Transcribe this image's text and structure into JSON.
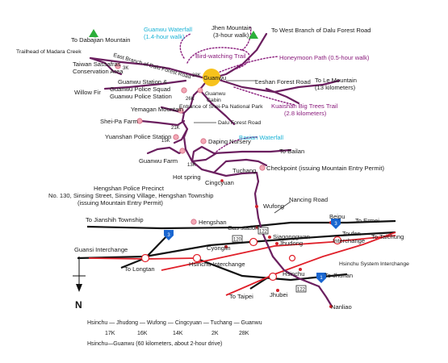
{
  "colors": {
    "route": "#6b1f5f",
    "trail": "#8a1c7c",
    "water": "#1ab3d6",
    "rail": "#e0202a",
    "highway": "#111111",
    "poi": "#f2a8b5",
    "guanwu": "#f7c21c"
  },
  "labels": {
    "dabajian": "To Dabajian Mountain",
    "guanwu_waterfall": "Guanwu Waterfall",
    "guanwu_waterfall_time": "(1.4-hour walk)",
    "jhen_mountain": "Jhen Mountain",
    "jhen_mountain_time": "(3-hour walk)",
    "west_branch": "To West Branch of Dalu Forest Road",
    "madara": "Trailhead of Madara Creek",
    "east_branch": "East Branch of Dalu Forest Road",
    "bird_trail": "Bird-watching Trail",
    "honeymoon": "Honeymoon Path (0.5-hour walk)",
    "k28": "28K",
    "guanwu": "Guanwu",
    "k3": "3K",
    "sassafras1": "Taiwan Sassafras",
    "sassafras2": "Conservation Area",
    "leshan": "Leshan Forest Road",
    "le_mountain1": "To Le Mountain",
    "le_mountain2": "(13 kilometers)",
    "station1": "Guanwu Station &",
    "station2": "Guanwu Police Squad",
    "station3": "Guanwu Police Station",
    "willow": "Willow Fir",
    "k26": "26K",
    "cabin1": "Guanwu",
    "cabin2": "Cabin",
    "entrance": "Entrance of Shei-Pa National Park",
    "kuaishan1": "Kuaishan Big Trees Trail",
    "kuaishan2": "(2.8 kilometers)",
    "yemagan": "Yemagan Mountain",
    "sheipa": "Shei-Pa Farm",
    "dalu": "Dalu Forest Road",
    "k21": "21K",
    "yuanshan": "Yuanshan Police Station",
    "basian": "Basian Waterfall",
    "k15": "15K",
    "daping": "Daping Nursery",
    "bailan": "To  Bailan",
    "guanwu_farm": "Guanwu Farm",
    "k13": "13K",
    "checkpoint": "Checkpoint (issuing Mountain Entry Permit)",
    "tuchang": "Tuchang",
    "hotspring": "Hot spring",
    "cingcyuan": "Cingcyuan",
    "hengshan_precinct": "Hengshan Police Precinct",
    "hengshan_addr": "No. 130, Sinsing Street, Sinsing Village, Hengshan Township",
    "hengshan_permit": "(issuing Mountain Entry Permit)",
    "wufong": "Wufong",
    "nancing": "Nancing Road",
    "jianshih": "To Jianshih Township",
    "hengshan": "Hengshan",
    "gas": "Gas station",
    "beipu": "Beipu",
    "ermei": "To Ermei",
    "toufen1": "Toufen",
    "toufen2": "Interchange",
    "taichung": "To Taichung",
    "siagongwan": "Siagonggwan",
    "cyonglin": "Cyonglin",
    "jhudong": "Jhudong",
    "guansi": "Guansi Interchange",
    "longtan": "To Longtan",
    "hsinchu_ic": "Hsinchu Interchange",
    "hsinchu_sys": "Hsinchu System Interchange",
    "hsinchu": "Hsinchu",
    "jhunan": "To Jhunan",
    "taipei": "To Taipei",
    "jhubei": "Jhubei",
    "nanliao": "Nanliao",
    "r120": "120",
    "r122a": "122",
    "r122b": "122",
    "shield3a": "3",
    "shield3b": "3",
    "shield1": "1",
    "north": "N"
  },
  "legend": {
    "route": "Hsinchu — Jhudong — Wufong — Cingcyuan — Tuchang — Guanwu",
    "distances": [
      "17K",
      "16K",
      "14K",
      "2K",
      "28K"
    ],
    "summary": "Hsinchu—Guanwu (60 kilometers, about 2-hour drive)"
  }
}
